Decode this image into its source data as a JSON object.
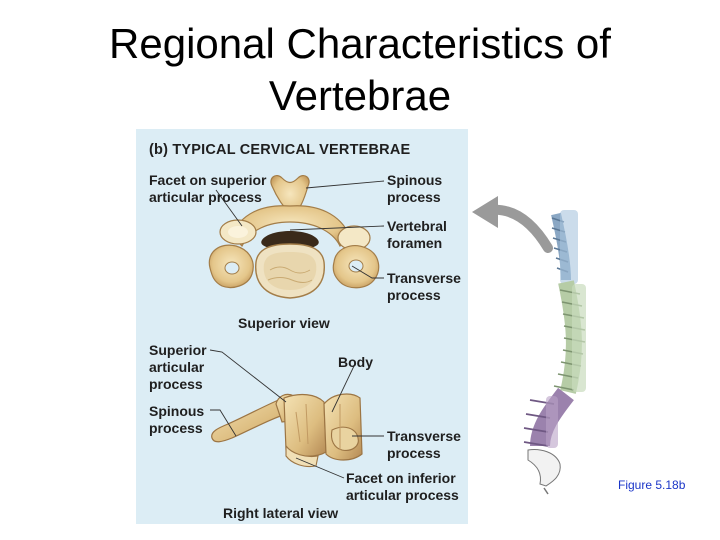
{
  "title": {
    "line1": "Regional Characteristics of",
    "line2": "Vertebrae"
  },
  "panel": {
    "heading": "(b) TYPICAL CERVICAL VERTEBRAE",
    "superior_view": {
      "caption": "Superior view",
      "labels": {
        "facet_superior": "Facet on superior articular process",
        "spinous": "Spinous process",
        "vertebral_foramen": "Vertebral foramen",
        "transverse": "Transverse process"
      }
    },
    "lateral_view": {
      "caption": "Right lateral view",
      "labels": {
        "superior_articular": "Superior articular process",
        "body": "Body",
        "spinous": "Spinous process",
        "transverse": "Transverse process",
        "facet_inferior": "Facet on inferior articular process"
      }
    }
  },
  "figure_caption": "Figure 5.18b",
  "colors": {
    "panel_bg": "#dcedf5",
    "bone": "#e8cf96",
    "bone_dark": "#b8925a",
    "cervical": "#a9c4de",
    "thoracic": "#c9dcbd",
    "lumbar": "#b9a2c6",
    "arrow": "#9a9a9a",
    "caption": "#1a35c8"
  }
}
